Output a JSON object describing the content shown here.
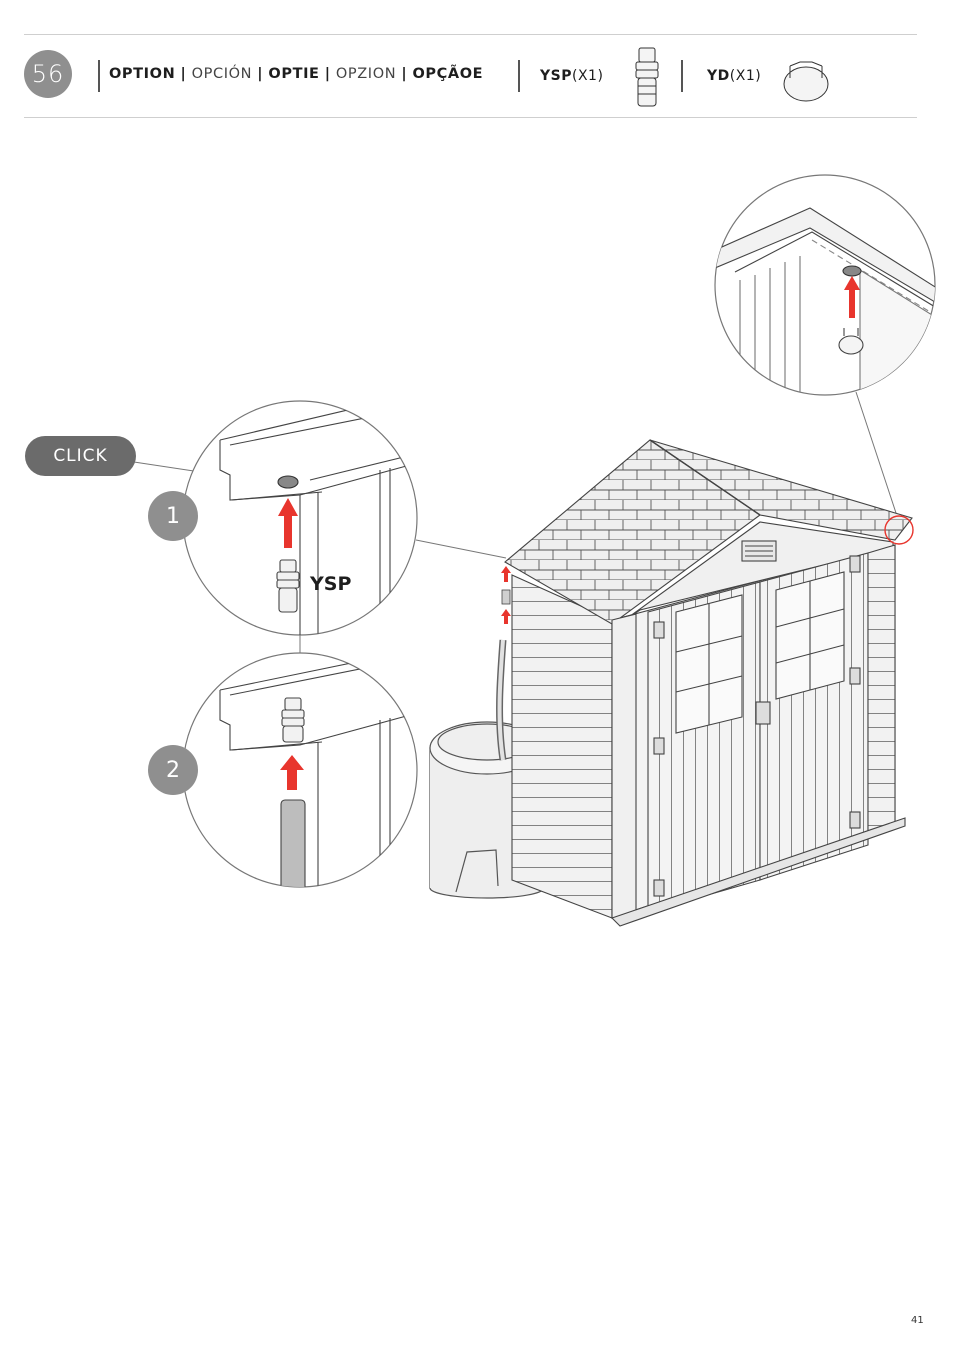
{
  "step": {
    "number": "56"
  },
  "title": {
    "option": "OPTION",
    "sep": "|",
    "opcion": "OPCIÓN",
    "optie": "OPTIE",
    "opzion": "OPZION",
    "opcaoe": "OPÇÃOE"
  },
  "parts": [
    {
      "code": "YSP",
      "qty": "(X1)",
      "icon": "ysp-connector-icon"
    },
    {
      "code": "YD",
      "qty": "(X1)",
      "icon": "yd-cap-icon"
    }
  ],
  "callouts": {
    "click": "CLICK",
    "step1": "1",
    "step2": "2",
    "ysp": "YSP"
  },
  "colors": {
    "arrow": "#e8352d",
    "badge": "#8f8f8f",
    "click_badge": "#6b6b6b",
    "highlight": "#e8352d"
  },
  "page_number": "41"
}
